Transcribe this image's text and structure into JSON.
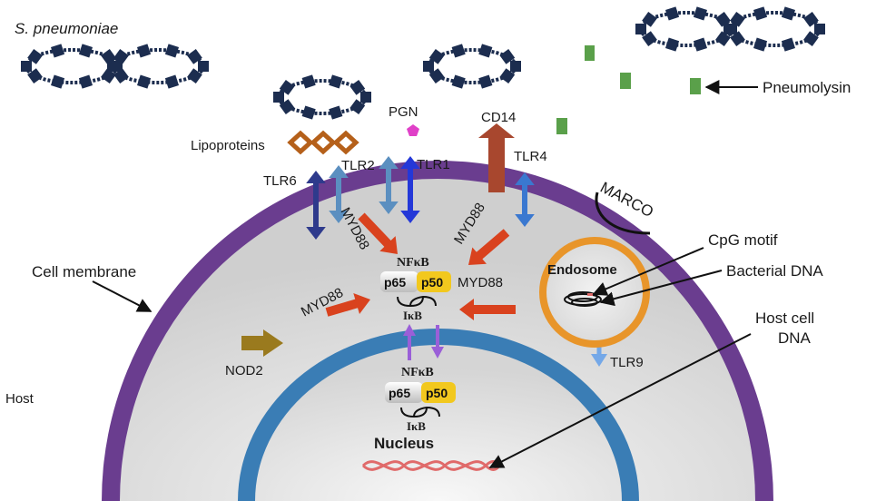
{
  "labels": {
    "organism": "S. pneumoniae",
    "pneumolysin": "Pneumolysin",
    "pgn": "PGN",
    "cd14": "CD14",
    "lipoproteins": "Lipoproteins",
    "tlr6": "TLR6",
    "tlr2": "TLR2",
    "tlr1": "TLR1",
    "tlr4": "TLR4",
    "tlr9": "TLR9",
    "marco": "MARCO",
    "myd88": "MYD88",
    "nod2": "NOD2",
    "cpg_motif": "CpG motif",
    "bacterial_dna": "Bacterial DNA",
    "host_cell_dna_line1": "Host cell",
    "host_cell_dna_line2": "DNA",
    "cell_membrane": "Cell membrane",
    "host": "Host",
    "endosome": "Endosome",
    "nucleus": "Nucleus",
    "nfkb": "NFκB",
    "p65": "p65",
    "p50": "p50",
    "ikb": "IκB"
  },
  "colors": {
    "membrane": "#6a3d8f",
    "nucleus_envelope": "#3a7db5",
    "bacteria": "#1c2d4f",
    "pneumolysin": "#5aa04a",
    "pgn": "#e040c8",
    "lipoprotein": "#b5601a",
    "cd14": "#a8472e",
    "tlr6": "#2e3a8c",
    "tlr2": "#5b8fc0",
    "tlr1": "#2438d8",
    "tlr4": "#3a78d0",
    "tlr9": "#74a8e8",
    "signal_arrow": "#d9421e",
    "nod2": "#9a7a1e",
    "endosome": "#e8952a",
    "p50": "#f2c81e",
    "host_dna": "#e06a6a",
    "translocation": "#9a5fd8"
  }
}
